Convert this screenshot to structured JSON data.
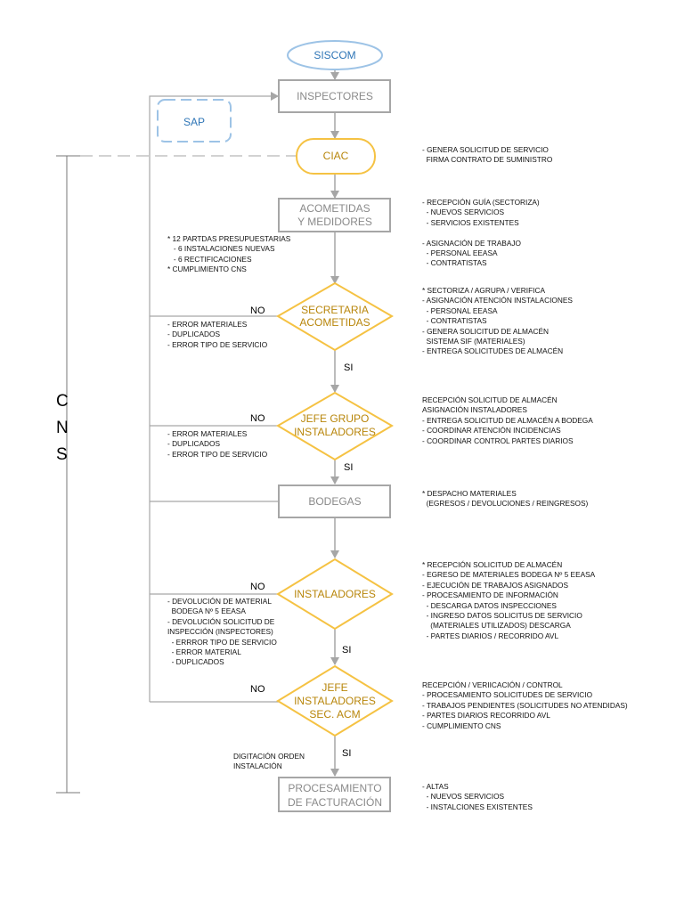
{
  "nodes": {
    "siscom": "SISCOM",
    "inspectores": "INSPECTORES",
    "sap": "SAP",
    "ciac": "CIAC",
    "acometidas": [
      "ACOMETIDAS",
      "Y MEDIDORES"
    ],
    "secretaria": [
      "SECRETARIA",
      "ACOMETIDAS"
    ],
    "jefe_grupo": [
      "JEFE GRUPO",
      "INSTALADORES"
    ],
    "bodegas": "BODEGAS",
    "instaladores": "INSTALADORES",
    "jefe_inst": [
      "JEFE",
      "INSTALADORES",
      "SEC. ACM"
    ],
    "procesamiento": [
      "PROCESAMIENTO",
      "DE FACTURACIÓN"
    ]
  },
  "labels": {
    "no": "NO",
    "si": "SI"
  },
  "cns": [
    "C",
    "N",
    "S"
  ],
  "notes": {
    "ciac": "- GENERA SOLICITUD DE SERVICIO\n  FIRMA CONTRATO DE SUMINISTRO",
    "acometidas": "- RECEPCIÓN GUÍA (SECTORIZA)\n  - NUEVOS SERVICIOS\n  - SERVICIOS EXISTENTES\n\n- ASIGNACIÓN DE TRABAJO\n  - PERSONAL EEASA\n  - CONTRATISTAS",
    "partidas": "* 12 PARTDAS PRESUPUESTARIAS\n   - 6 INSTALACIONES NUEVAS\n   - 6 RECTIFICACIONES\n* CUMPLIMIENTO CNS",
    "secretaria": "* SECTORIZA / AGRUPA / VERIFICA\n- ASIGNACIÓN ATENCIÓN INSTALACIONES\n  - PERSONAL EEASA\n  - CONTRATISTAS\n- GENERA SOLICITUD DE ALMACÉN\n  SISTEMA SIF (MATERIALES)\n- ENTREGA SOLICITUDES DE ALMACÉN",
    "errors1": "- ERROR MATERIALES\n- DUPLICADOS\n- ERROR TIPO DE SERVICIO",
    "jefe_grupo": "RECEPCIÓN SOLICITUD DE ALMACÉN\nASIGNACIÓN INSTALADORES\n- ENTREGA SOLICITUD DE ALMACÉN A BODEGA\n- COORDINAR ATENCIÓN INCIDENCIAS\n- COORDINAR CONTROL PARTES DIARIOS",
    "errors2": "- ERROR MATERIALES\n- DUPLICADOS\n- ERROR TIPO DE SERVICIO",
    "bodegas": "* DESPACHO MATERIALES\n  (EGRESOS / DEVOLUCIONES / REINGRESOS)",
    "instaladores": "* RECEPCIÓN SOLICITUD DE ALMACÉN\n- EGRESO DE MATERIALES BODEGA Nº 5 EEASA\n- EJECUCIÓN DE TRABAJOS ASIGNADOS\n- PROCESAMIENTO DE INFORMACIÓN\n  - DESCARGA DATOS INSPECCIONES\n  - INGRESO DATOS SOLICITUS DE SERVICIO\n    (MATERIALES UTILIZADOS) DESCARGA\n  - PARTES DIARIOS / RECORRIDO AVL",
    "devolucion": "- DEVOLUCIÓN DE MATERIAL\n  BODEGA Nº 5 EEASA\n- DEVOLUCIÓN SOLICITUD DE\nINSPECCIÓN (INSPECTORES)\n  - ERRROR TIPO DE SERVICIO\n  - ERROR MATERIAL\n  - DUPLICADOS",
    "jefe_inst": "RECEPCIÓN / VERIICACIÓN / CONTROL\n- PROCESAMIENTO SOLICITUDES DE SERVICIO\n- TRABAJOS PENDIENTES (SOLICITUDES NO ATENDIDAS)\n- PARTES DIARIOS RECORRIDO AVL\n- CUMPLIMIENTO CNS",
    "digitacion": "DIGITACIÓN ORDEN\nINSTALACIÓN",
    "procesamiento": "- ALTAS\n  - NUEVOS SERVICIOS\n  - INSTALCIONES EXISTENTES"
  },
  "colors": {
    "box": "#a6a6a6",
    "diamond": "#f5c243",
    "ellipse": "#9dc3e6",
    "arrow": "#a6a6a6",
    "text_grey": "#8a8a8a",
    "text_gold": "#b8860b",
    "text_blue": "#2e75b6"
  }
}
